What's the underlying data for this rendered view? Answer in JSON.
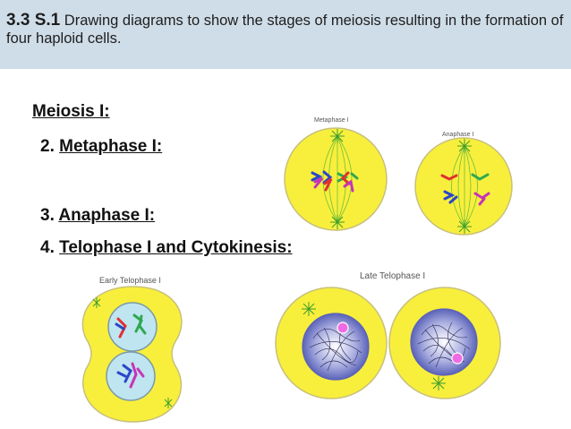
{
  "header": {
    "code": "3.3 S.1",
    "text": " Drawing diagrams to show the stages of meiosis resulting in the formation of four haploid cells."
  },
  "headings": {
    "meiosis": "Meiosis I:",
    "metaphase_num": "2. ",
    "metaphase": "Metaphase I:",
    "anaphase_num": "3. ",
    "anaphase": "Anaphase I:",
    "telophase_num": "4. ",
    "telophase": "Telophase I and Cytokinesis:"
  },
  "diagram_labels": {
    "metaphase": "Metaphase I",
    "anaphase": "Anaphase I",
    "early_telophase": "Early Telophase I",
    "late_telophase": "Late Telophase I"
  },
  "colors": {
    "cytoplasm": "#f8ef3c",
    "cell_outline": "#c8c07a",
    "spindle": "#6fbf3a",
    "chromosome_red": "#e03131",
    "chromosome_green": "#2fa84f",
    "chromosome_blue": "#2a46c8",
    "chromosome_magenta": "#c634b8",
    "nucleus": "#7a80c8",
    "nucleolus": "#ef6be6",
    "nucleus_early": "#bfe5f0"
  }
}
